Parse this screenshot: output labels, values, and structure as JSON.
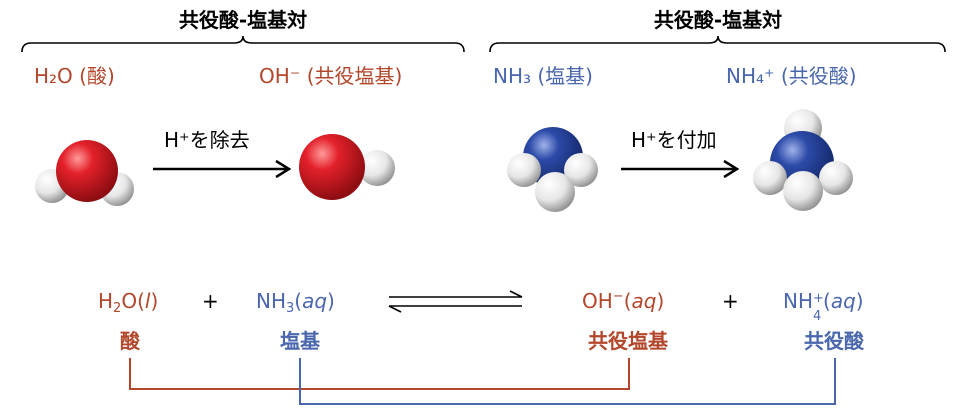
{
  "headers": {
    "left": "共役酸-塩基対",
    "right": "共役酸-塩基対"
  },
  "labels": {
    "water_acid": "H₂O (酸)",
    "hydroxide_base": "OH⁻ (共役塩基)",
    "ammonia_base": "NH₃ (塩基)",
    "ammonium_acid": "NH₄⁺ (共役酸)"
  },
  "arrows": {
    "remove": "H⁺を除去",
    "add": "H⁺を付加"
  },
  "equation": {
    "water": {
      "main": "H",
      "sub": "2",
      "rest": "O(",
      "italic": "l",
      "close": ")"
    },
    "plus1": "+",
    "ammonia": {
      "main": "NH",
      "sub": "3",
      "rest": "(",
      "italic": "aq",
      "close": ")"
    },
    "hydroxide": {
      "main": "OH",
      "sup": "−",
      "rest": "(",
      "italic": "aq",
      "close": ")"
    },
    "plus2": "+",
    "ammonium": {
      "main": "NH",
      "sub": "4",
      "sup": "+",
      "rest": "(",
      "italic": "aq",
      "close": ")"
    }
  },
  "captions": {
    "acid": "酸",
    "base": "塩基",
    "conj_base": "共役塩基",
    "conj_acid": "共役酸"
  },
  "colors": {
    "acid_red": "#b3472b",
    "base_blue": "#4a67ad",
    "oxygen": "#e3212a",
    "nitrogen": "#2c4aa8",
    "hydrogen": "#f2f2f2"
  }
}
